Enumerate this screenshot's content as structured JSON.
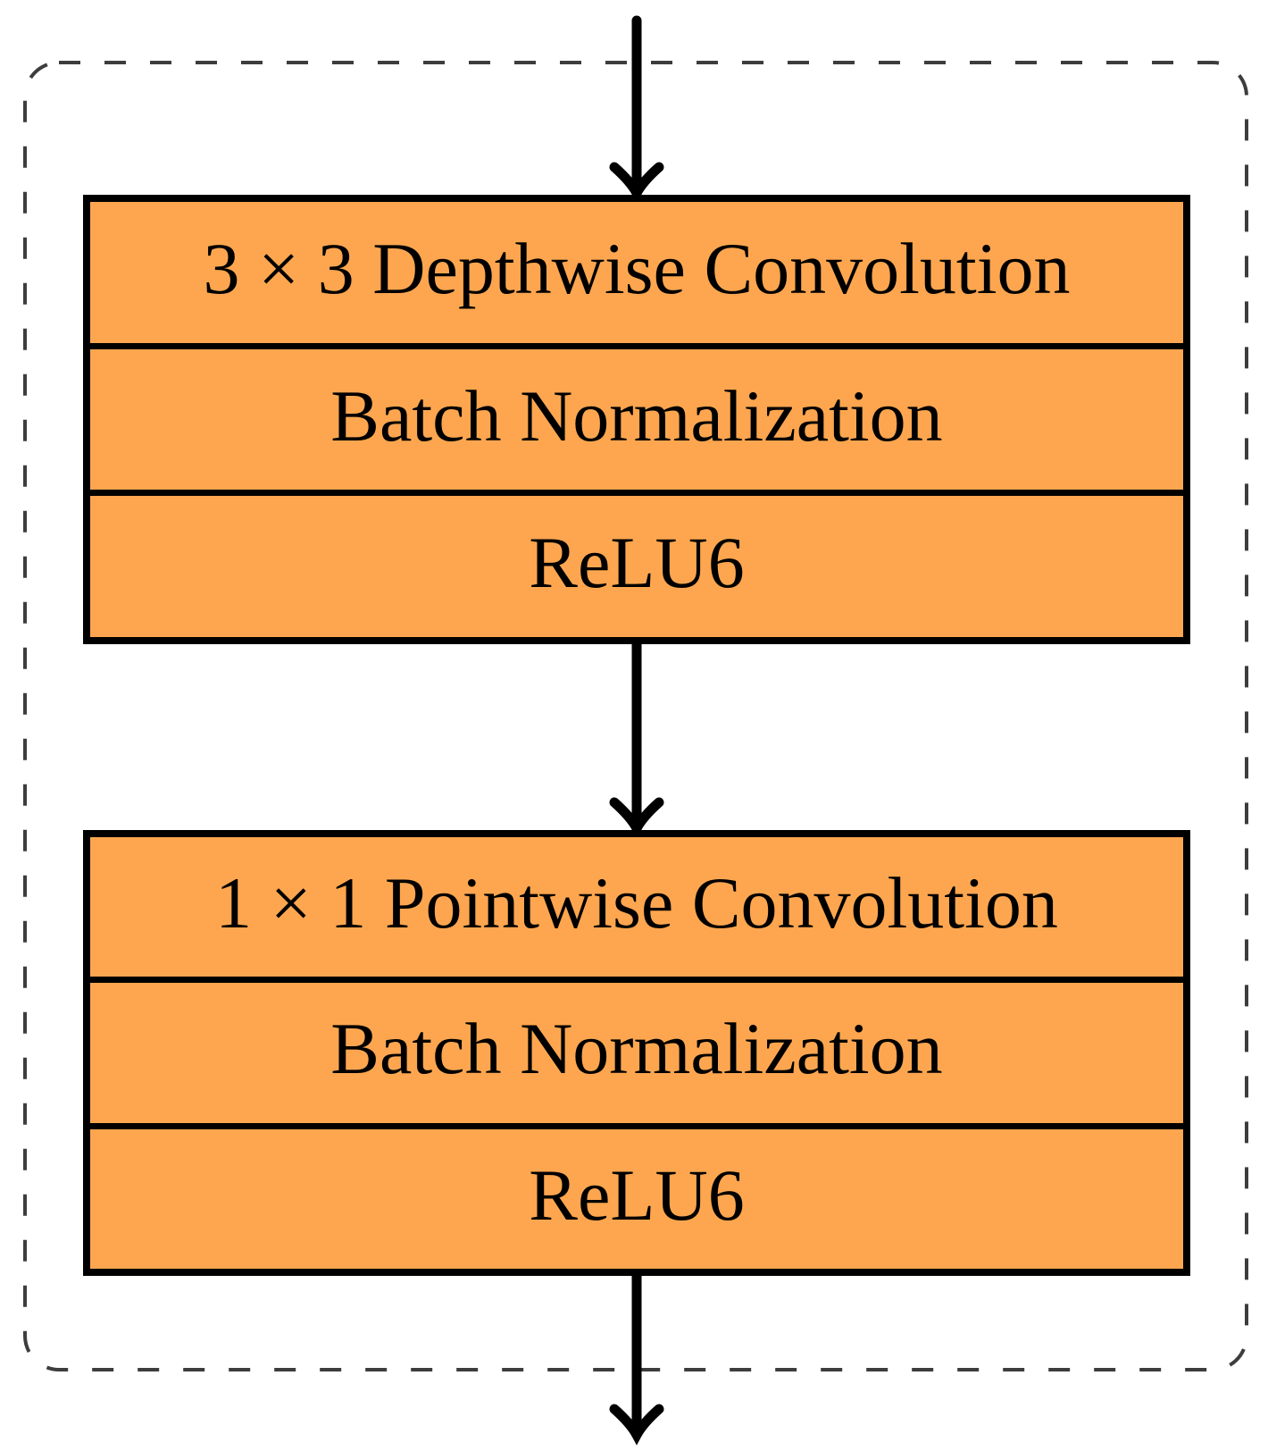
{
  "diagram": {
    "blocks": [
      {
        "rows": [
          "3 × 3 Depthwise Convolution",
          "Batch Normalization",
          "ReLU6"
        ]
      },
      {
        "rows": [
          "1 × 1 Pointwise Convolution",
          "Batch Normalization",
          "ReLU6"
        ]
      }
    ],
    "colors": {
      "block_fill": "#FDA64F",
      "block_border": "#000000",
      "divider": "#000000",
      "text": "#000000",
      "arrow": "#000000",
      "dashed_border": "#3D3D3D",
      "background": "#FFFFFF"
    }
  }
}
